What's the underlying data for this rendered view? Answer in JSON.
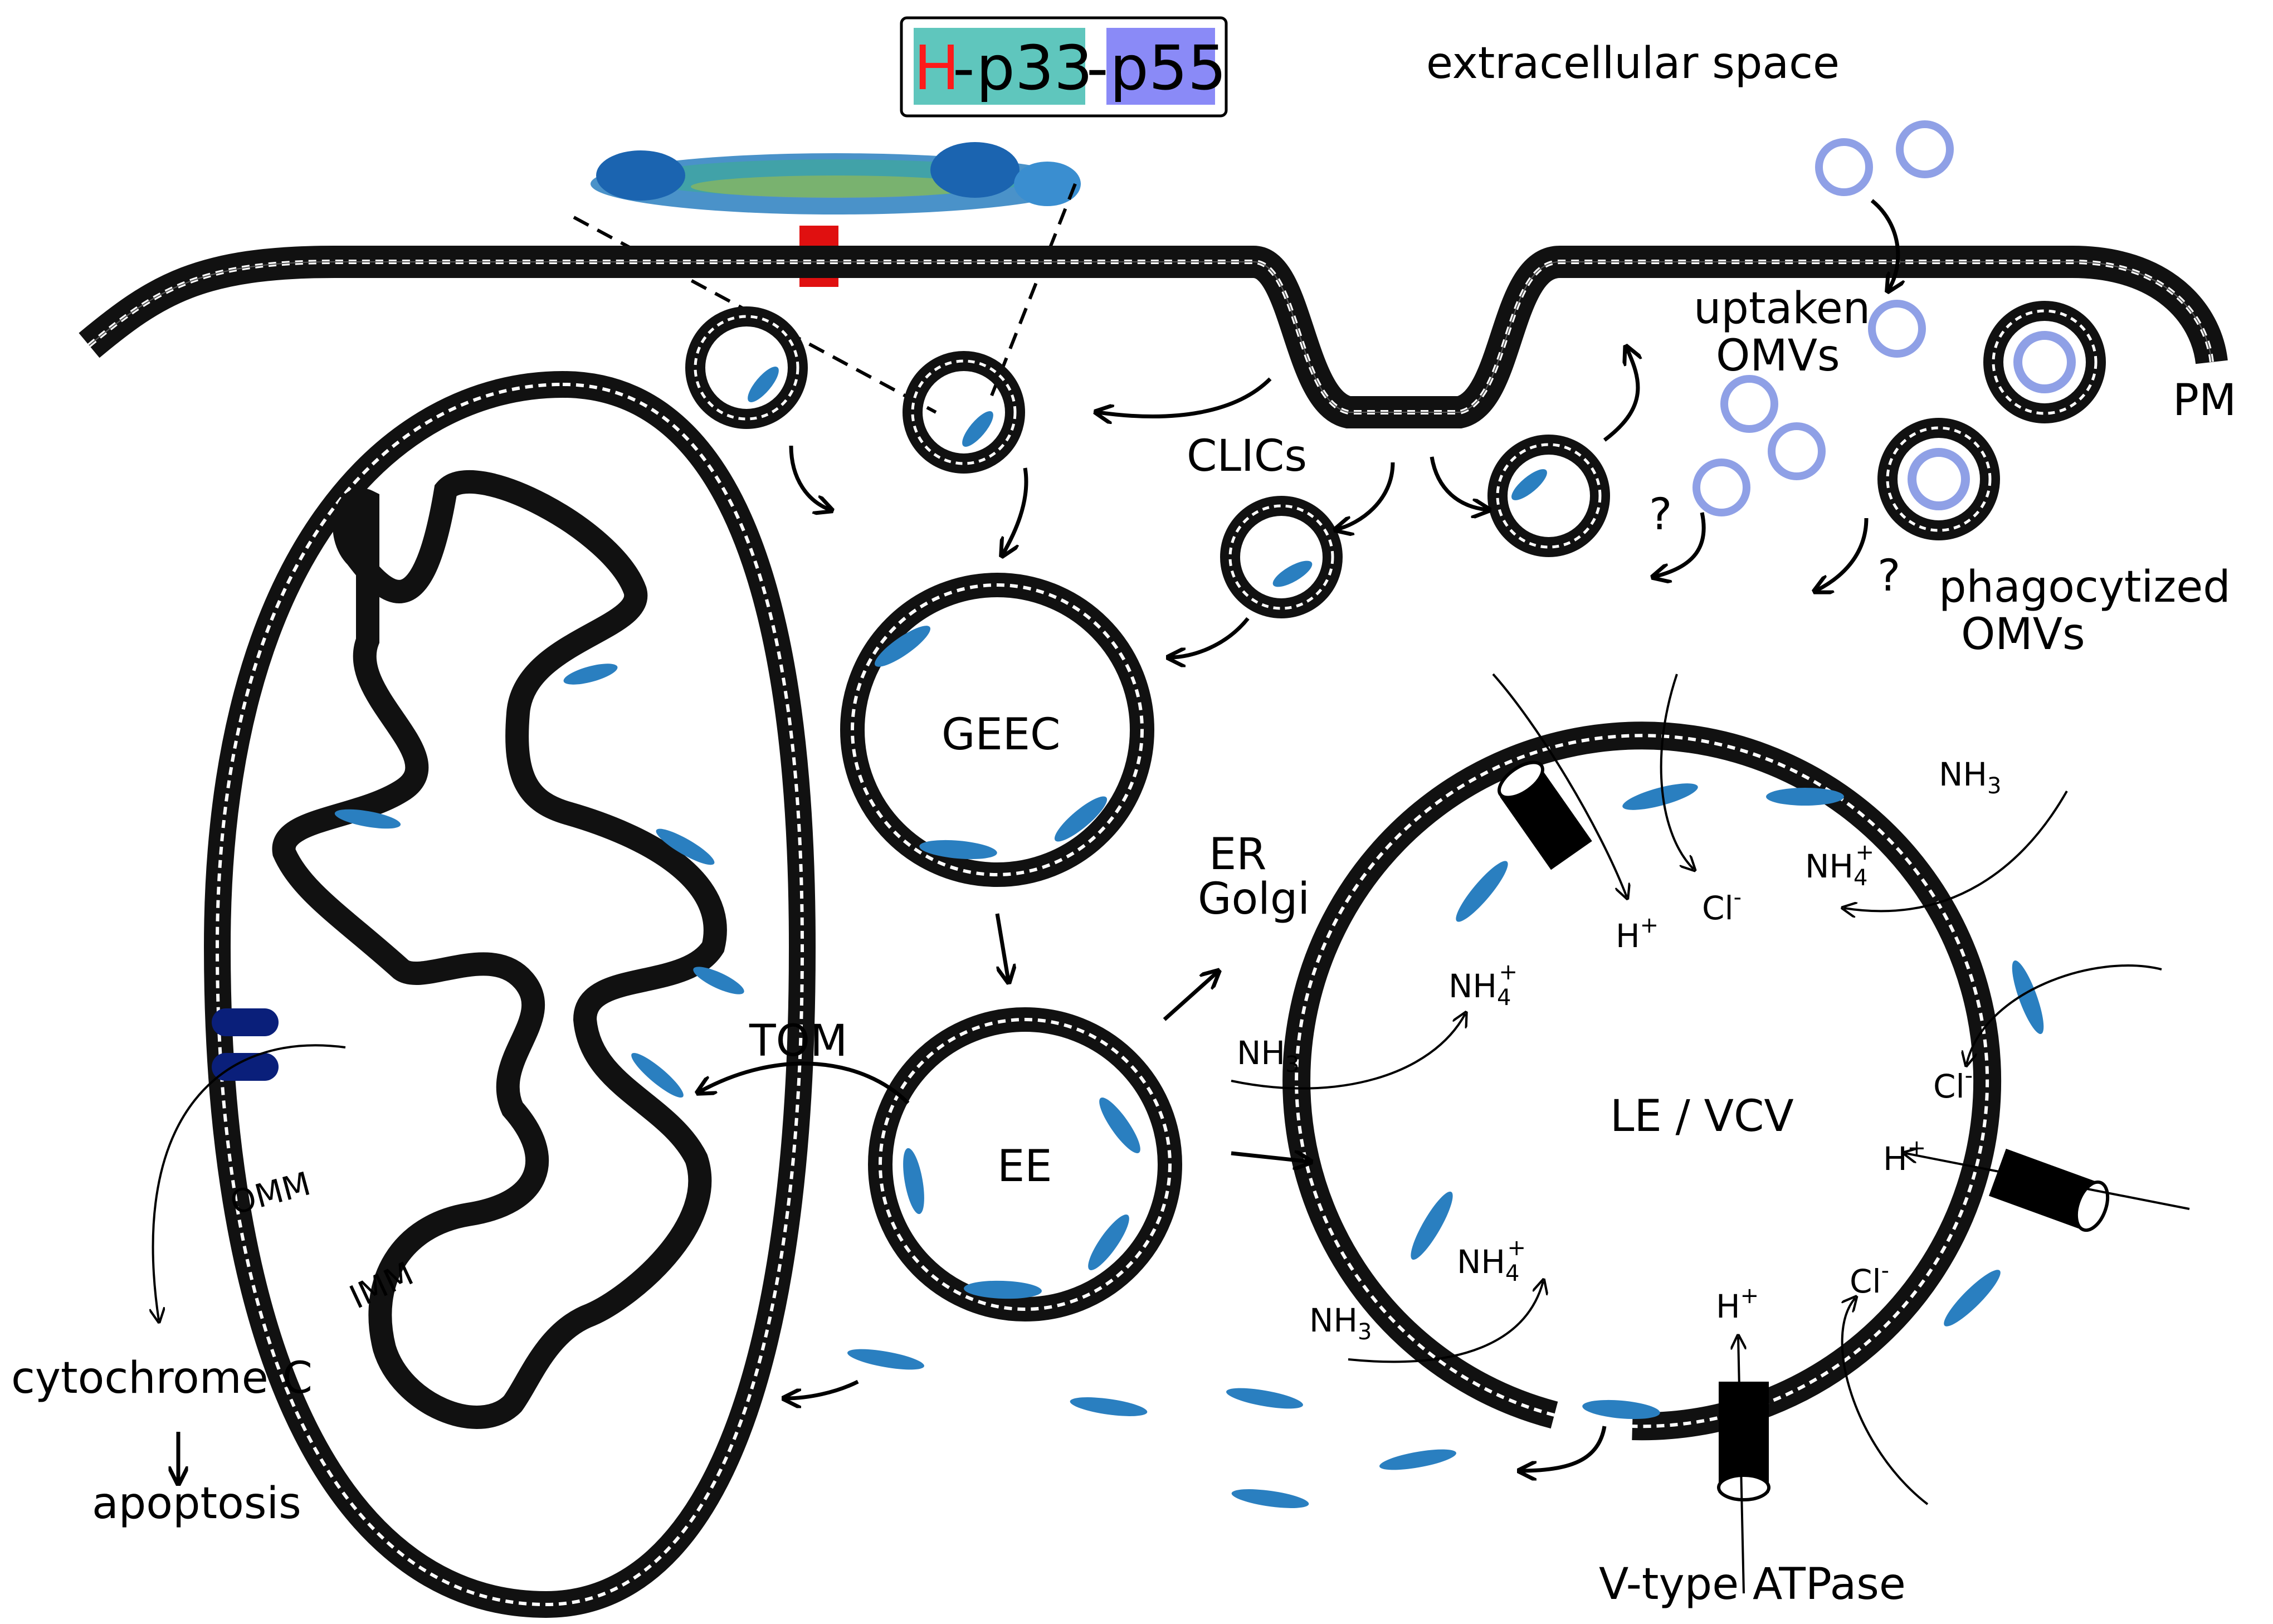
{
  "legend": {
    "h": "H",
    "dash1": "-",
    "p33": "p33",
    "dash2": "-",
    "p55": "p55",
    "colors": {
      "h": "#ff1a1a",
      "p33": "#5fc6bd",
      "p55": "#8a8af7",
      "border": "#000000"
    }
  },
  "labels": {
    "extracellular": "extracellular space",
    "uptaken": "uptaken",
    "uptaken_omvs": "OMVs",
    "pm": "PM",
    "clics": "CLICs",
    "q1": "?",
    "q2": "?",
    "phagocytized": "phagocytized",
    "phagocytized_omvs": "OMVs",
    "geec": "GEEC",
    "er": "ER",
    "golgi": "Golgi",
    "tom": "TOM",
    "ee": "EE",
    "le_vcv": "LE / VCV",
    "omm": "OMM",
    "imm": "IMM",
    "cytochrome": "cytochrome C",
    "apoptosis": "apoptosis",
    "vatpase": "V-type ATPase"
  },
  "ions": {
    "nh3_1": "NH",
    "nh3_1_sub": "3",
    "nh4_1": "NH",
    "nh4_1_sub": "4",
    "nh4_1_sup": "+",
    "h_1": "H",
    "h_1_sup": "+",
    "cl_1": "Cl",
    "cl_1_sup": "-",
    "nh3_2": "NH",
    "nh3_2_sub": "3",
    "nh4_2": "NH",
    "nh4_2_sub": "4",
    "nh4_2_sup": "+",
    "cl_2": "Cl",
    "cl_2_sup": "-",
    "h_2": "H",
    "h_2_sup": "+",
    "nh3_3": "NH",
    "nh3_3_sub": "3",
    "nh4_3": "NH",
    "nh4_3_sub": "4",
    "nh4_3_sup": "+",
    "h_3": "H",
    "h_3_sup": "+",
    "cl_3": "Cl",
    "cl_3_sup": "-"
  },
  "colors": {
    "membrane": "#111111",
    "protein": "#2a7fc0",
    "protein_light": "#48b0d8",
    "red_marker": "#e01010",
    "omv": "#8fa0e6",
    "omv_dots": "#3fbfb0",
    "tom_channel": "#0a1f7a"
  }
}
